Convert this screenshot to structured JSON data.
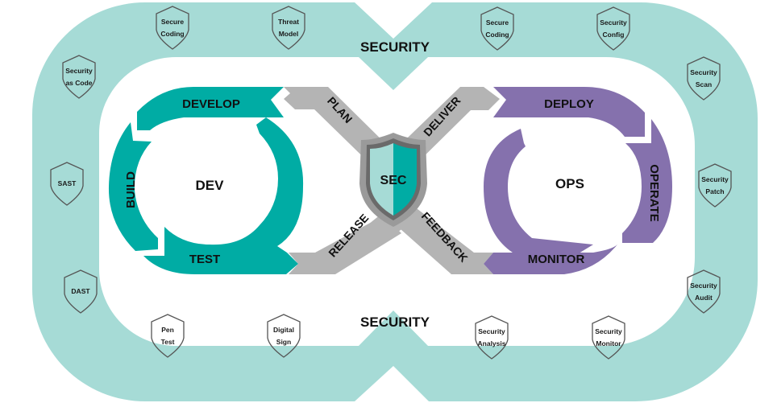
{
  "title": "DevSecOps Infinity Loop",
  "colors": {
    "security_band": "#a6dbd6",
    "dev": "#00aca4",
    "ops": "#8571ad",
    "connector": "#b4b4b4",
    "shield_light": "#a6dbd6",
    "shield_dark": "#00aca4",
    "shield_rim": "#9a9a9a",
    "badge_stroke": "#555555"
  },
  "security": {
    "top_label": "SECURITY",
    "bottom_label": "SECURITY"
  },
  "dev": {
    "center_label": "DEV",
    "stages": {
      "develop": "DEVELOP",
      "build": "BUILD",
      "test": "TEST"
    }
  },
  "ops": {
    "center_label": "OPS",
    "stages": {
      "deploy": "DEPLOY",
      "operate": "OPERATE",
      "monitor": "MONITOR"
    }
  },
  "connectors": {
    "plan": "PLAN",
    "deliver": "DELIVER",
    "release": "RELEASE",
    "feedback": "FEEDBACK"
  },
  "center_shield": {
    "label": "SEC"
  },
  "badges": [
    {
      "id": "secure-coding-1",
      "lines": [
        "Secure",
        "Coding"
      ]
    },
    {
      "id": "threat-model",
      "lines": [
        "Threat",
        "Model"
      ]
    },
    {
      "id": "secure-coding-2",
      "lines": [
        "Secure",
        "Coding"
      ]
    },
    {
      "id": "security-config",
      "lines": [
        "Security",
        "Config"
      ]
    },
    {
      "id": "security-as-code",
      "lines": [
        "Security",
        "as Code"
      ]
    },
    {
      "id": "security-scan",
      "lines": [
        "Security",
        "Scan"
      ]
    },
    {
      "id": "sast",
      "lines": [
        "SAST"
      ]
    },
    {
      "id": "security-patch",
      "lines": [
        "Security",
        "Patch"
      ]
    },
    {
      "id": "dast",
      "lines": [
        "DAST"
      ]
    },
    {
      "id": "security-audit",
      "lines": [
        "Security",
        "Audit"
      ]
    },
    {
      "id": "pen-test",
      "lines": [
        "Pen",
        "Test"
      ]
    },
    {
      "id": "digital-sign",
      "lines": [
        "Digital",
        "Sign"
      ]
    },
    {
      "id": "security-analysis",
      "lines": [
        "Security",
        "Analysis"
      ]
    },
    {
      "id": "security-monitor",
      "lines": [
        "Security",
        "Monitor"
      ]
    }
  ]
}
